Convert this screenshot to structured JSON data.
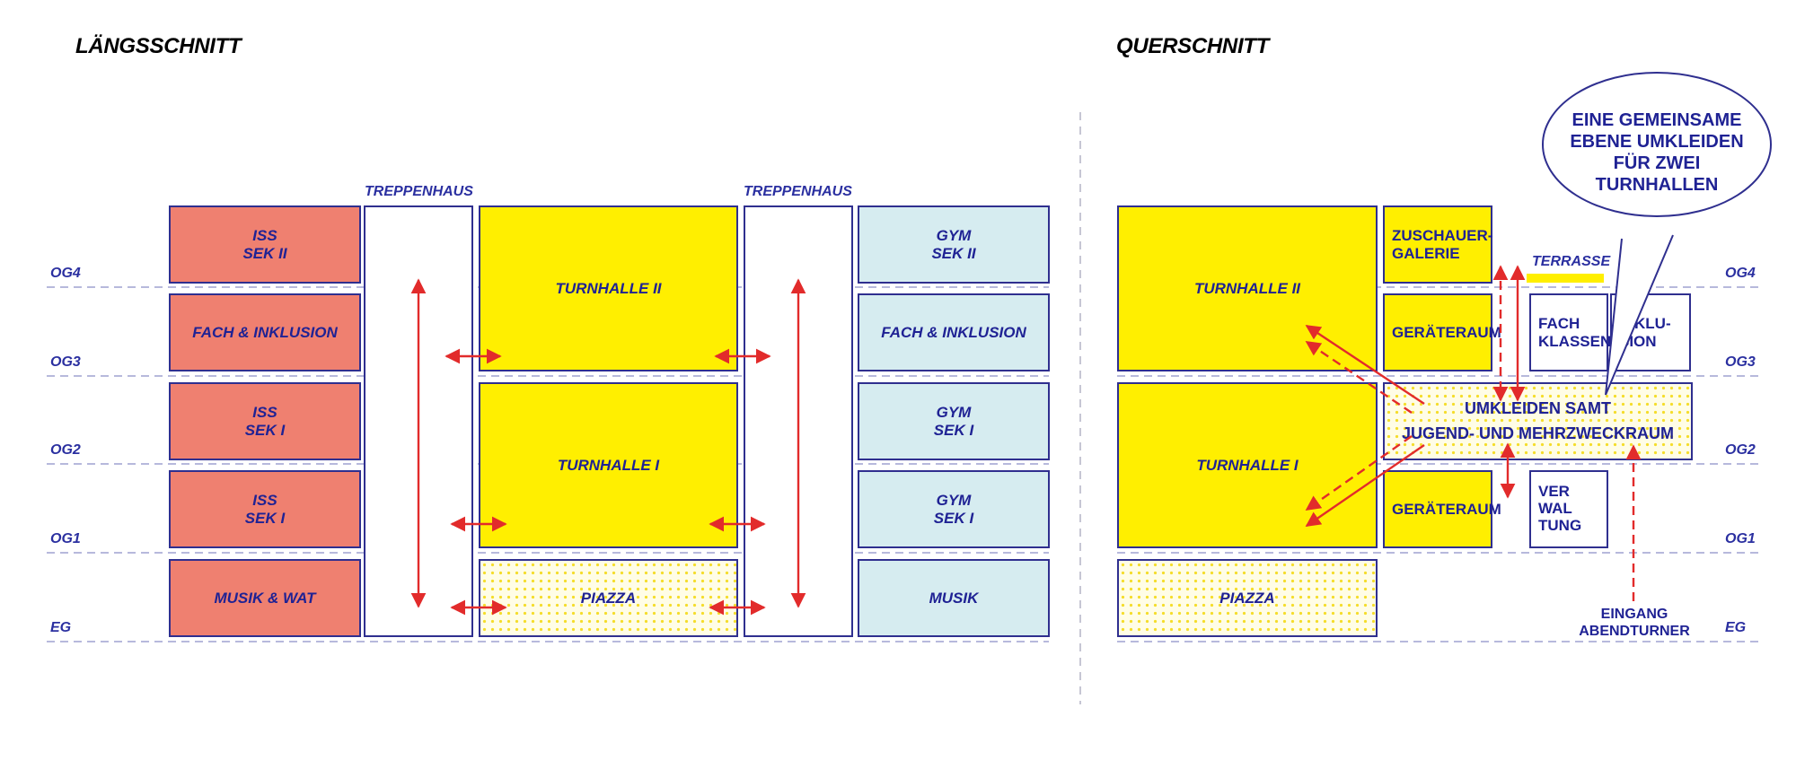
{
  "titles": {
    "left": "LÄNGSSCHNITT",
    "right": "QUERSCHNITT"
  },
  "floors": [
    "OG4",
    "OG3",
    "OG2",
    "OG1",
    "EG"
  ],
  "stair_label": "TREPPENHAUS",
  "left": {
    "red": [
      "ISS\nSEK II",
      "FACH & INKLUSION",
      "ISS\nSEK I",
      "ISS\nSEK I",
      "MUSIK & WAT"
    ],
    "blue": [
      "GYM\nSEK II",
      "FACH & INKLUSION",
      "GYM\nSEK I",
      "GYM\nSEK I",
      "MUSIK"
    ],
    "hall2": "TURNHALLE II",
    "hall1": "TURNHALLE I",
    "piazza": "PIAZZA"
  },
  "right": {
    "hall2": "TURNHALLE II",
    "hall1": "TURNHALLE I",
    "piazza": "PIAZZA",
    "galerie": "ZUSCHAUER-\nGALERIE",
    "geraet_top": "GERÄTERAUM",
    "geraet_bottom": "GERÄTERAUM",
    "terrasse": "TERRASSE",
    "fach": "FACH\nKLASSEN",
    "inklu": "INKLU-\nSION",
    "umkleiden": "UMKLEIDEN SAMT\nJUGEND- UND MEHRZWECKRAUM",
    "verwaltung": "VER\nWAL\nTUNG",
    "bubble": "EINE GEMEINSAME\nEBENE UMKLEIDEN\nFÜR ZWEI\nTURNHALLEN",
    "eingang": "EINGANG\nABENDTURNER"
  },
  "colors": {
    "navy": "#2f2f8f",
    "text": "#1f2294",
    "red": "#ef8070",
    "yellow": "#ffef00",
    "blue": "#d6ecf0",
    "arrow": "#e22b2b",
    "guide": "#b7b9dc"
  }
}
